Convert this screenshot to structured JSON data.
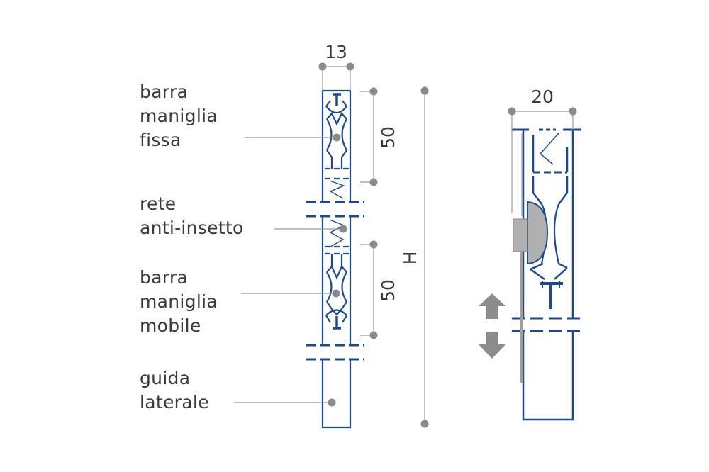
{
  "labels": {
    "barra_fissa": [
      "barra",
      "maniglia",
      "fissa"
    ],
    "rete": [
      "rete",
      "anti-insetto"
    ],
    "barra_mobile": [
      "barra",
      "maniglia",
      "mobile"
    ],
    "guida": [
      "guida",
      "laterale"
    ]
  },
  "dimensions": {
    "width_left": "13",
    "width_right": "20",
    "handle_top": "50",
    "handle_bottom": "50",
    "height": "H"
  },
  "colors": {
    "profile": "#1f4a87",
    "dimension": "#8a8a8a",
    "leader": "#9a9a9a",
    "arrow": "#8c8c8c",
    "text": "#3a3a3a"
  }
}
